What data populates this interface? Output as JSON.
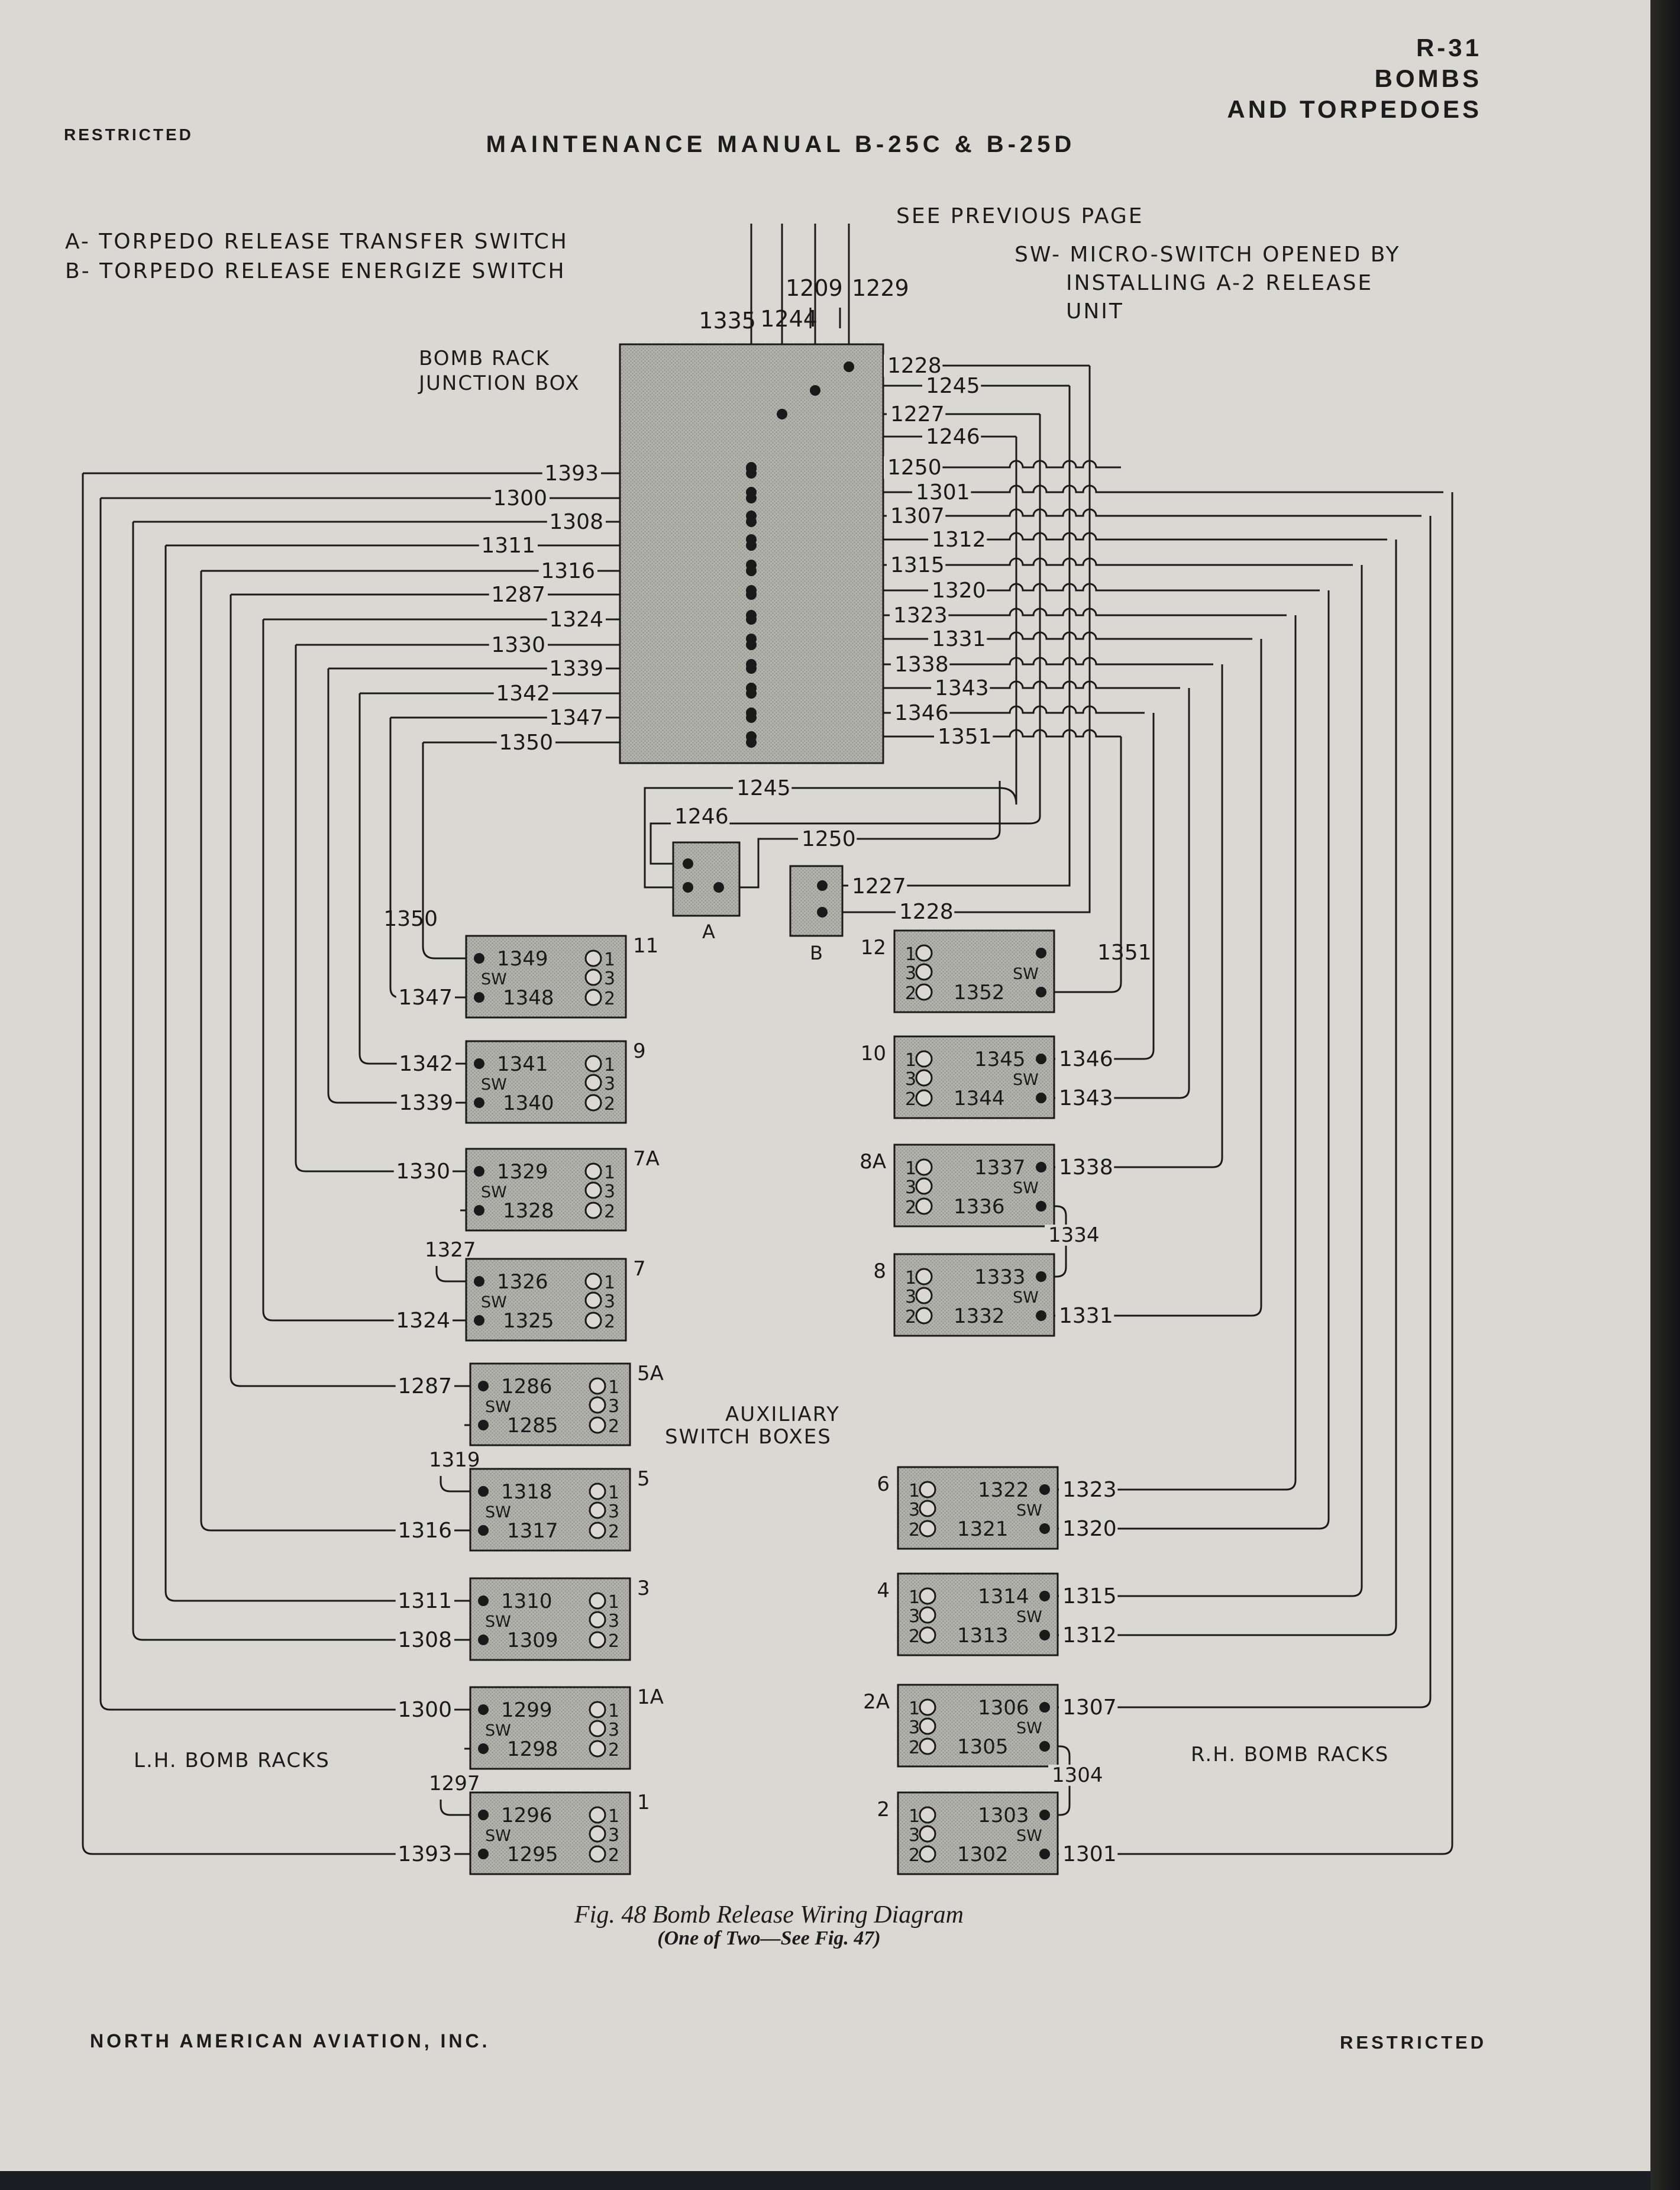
{
  "header": {
    "restricted": "RESTRICTED",
    "title": "MAINTENANCE MANUAL B-25C & B-25D",
    "section_code": "R-31",
    "section_name_1": "BOMBS",
    "section_name_2": "AND TORPEDOES"
  },
  "footer": {
    "publisher": "NORTH AMERICAN AVIATION, INC.",
    "restricted": "RESTRICTED"
  },
  "caption": {
    "line1": "Fig. 48 Bomb Release Wiring Diagram",
    "line2": "(One of Two—See Fig. 47)"
  },
  "legend": {
    "a": "A- TORPEDO RELEASE TRANSFER SWITCH",
    "b": "B- TORPEDO RELEASE ENERGIZE SWITCH"
  },
  "notes": {
    "see_previous": "SEE PREVIOUS PAGE",
    "sw_1": "SW- MICRO-SWITCH OPENED BY",
    "sw_2": "INSTALLING A-2 RELEASE",
    "sw_3": "UNIT"
  },
  "labels": {
    "junction_box_1": "BOMB RACK",
    "junction_box_2": "JUNCTION BOX",
    "aux_1": "AUXILIARY",
    "aux_2": "SWITCH BOXES",
    "lh_racks": "L.H. BOMB RACKS",
    "rh_racks": "R.H. BOMB RACKS",
    "switch_a": "A",
    "switch_b": "B",
    "sw_abbrev": "SW"
  },
  "top_wires": [
    "1335",
    "1209",
    "1244",
    "1229"
  ],
  "junction_left": [
    "1393",
    "1300",
    "1308",
    "1311",
    "1316",
    "1287",
    "1324",
    "1330",
    "1339",
    "1342",
    "1347",
    "1350"
  ],
  "junction_right": [
    "1228",
    "1245",
    "1227",
    "1246",
    "1250",
    "1301",
    "1307",
    "1312",
    "1315",
    "1320",
    "1323",
    "1331",
    "1338",
    "1343",
    "1346",
    "1351"
  ],
  "lower_wires": [
    "1245",
    "1246",
    "1250",
    "1227",
    "1228"
  ],
  "left_boxes": [
    {
      "id": "11",
      "top": "1349",
      "bottom": "1348",
      "in_top": "1350",
      "in_bottom": "1347",
      "jumper": ""
    },
    {
      "id": "9",
      "top": "1341",
      "bottom": "1340",
      "in_top": "1342",
      "in_bottom": "1339",
      "jumper": ""
    },
    {
      "id": "7A",
      "top": "1329",
      "bottom": "1328",
      "in_top": "1330",
      "in_bottom": "",
      "jumper": "1327"
    },
    {
      "id": "7",
      "top": "1326",
      "bottom": "1325",
      "in_top": "",
      "in_bottom": "1324",
      "jumper": ""
    },
    {
      "id": "5A",
      "top": "1286",
      "bottom": "1285",
      "in_top": "1287",
      "in_bottom": "",
      "jumper": "1319"
    },
    {
      "id": "5",
      "top": "1318",
      "bottom": "1317",
      "in_top": "",
      "in_bottom": "1316",
      "jumper": ""
    },
    {
      "id": "3",
      "top": "1310",
      "bottom": "1309",
      "in_top": "1311",
      "in_bottom": "1308",
      "jumper": ""
    },
    {
      "id": "1A",
      "top": "1299",
      "bottom": "1298",
      "in_top": "1300",
      "in_bottom": "",
      "jumper": "1297"
    },
    {
      "id": "1",
      "top": "1296",
      "bottom": "1295",
      "in_top": "",
      "in_bottom": "1393",
      "jumper": ""
    }
  ],
  "right_boxes": [
    {
      "id": "12",
      "top": "",
      "bottom": "1352",
      "out_top": "",
      "out_bottom": "1351",
      "jumper": ""
    },
    {
      "id": "10",
      "top": "1345",
      "bottom": "1344",
      "out_top": "1346",
      "out_bottom": "1343",
      "jumper": ""
    },
    {
      "id": "8A",
      "top": "1337",
      "bottom": "1336",
      "out_top": "1338",
      "out_bottom": "",
      "jumper": "1334"
    },
    {
      "id": "8",
      "top": "1333",
      "bottom": "1332",
      "out_top": "",
      "out_bottom": "1331",
      "jumper": ""
    },
    {
      "id": "6",
      "top": "1322",
      "bottom": "1321",
      "out_top": "1323",
      "out_bottom": "1320",
      "jumper": ""
    },
    {
      "id": "4",
      "top": "1314",
      "bottom": "1313",
      "out_top": "1315",
      "out_bottom": "1312",
      "jumper": ""
    },
    {
      "id": "2A",
      "top": "1306",
      "bottom": "1305",
      "out_top": "1307",
      "out_bottom": "",
      "jumper": "1304"
    },
    {
      "id": "2",
      "top": "1303",
      "bottom": "1302",
      "out_top": "",
      "out_bottom": "1301",
      "jumper": ""
    }
  ],
  "terminal_numbers": [
    "1",
    "3",
    "2"
  ]
}
